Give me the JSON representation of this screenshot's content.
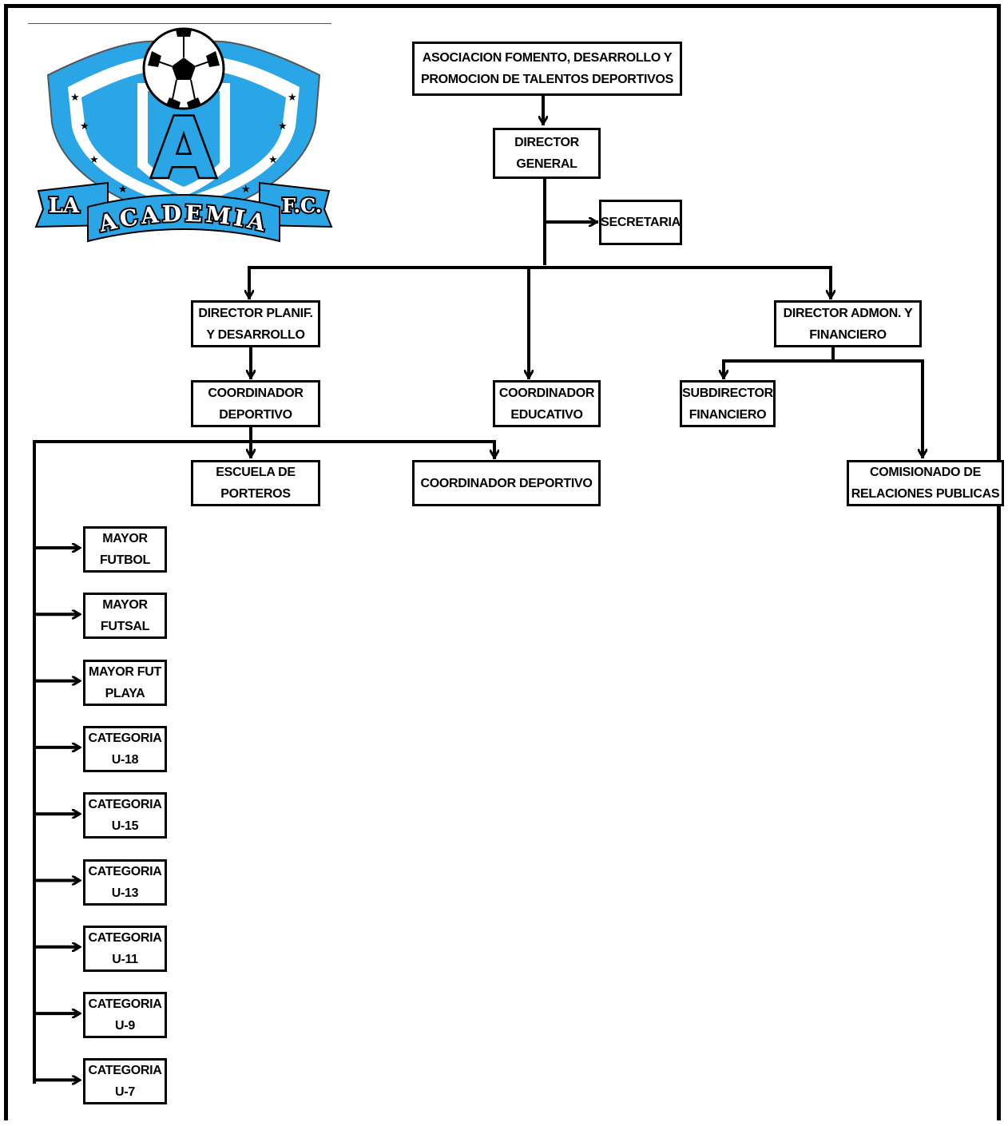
{
  "logo": {
    "lettering_left": "LA",
    "lettering_right": "F.C.",
    "banner_text": "ACADEMIA",
    "crest_letter": "A",
    "colors": {
      "blue": "#2aa6e6",
      "dark": "#000000",
      "light": "#ffffff"
    }
  },
  "nodes": {
    "asociacion": "ASOCIACION FOMENTO, DESARROLLO Y\nPROMOCION DE TALENTOS DEPORTIVOS",
    "director_general": "DIRECTOR\nGENERAL",
    "secretaria": "SECRETARIA",
    "director_planif": "DIRECTOR PLANIF.\nY DESARROLLO",
    "director_admon": "DIRECTOR ADMON. Y\nFINANCIERO",
    "coord_deportivo": "COORDINADOR\nDEPORTIVO",
    "coord_educativo": "COORDINADOR\nEDUCATIVO",
    "subdirector_fin": "SUBDIRECTOR\nFINANCIERO",
    "escuela_porteros": "ESCUELA DE\nPORTEROS",
    "coord_deportivo_2": "COORDINADOR DEPORTIVO",
    "comisionado": "COMISIONADO DE\nRELACIONES PUBLICAS"
  },
  "categories": [
    "MAYOR\nFUTBOL",
    "MAYOR\nFUTSAL",
    "MAYOR FUT\nPLAYA",
    "CATEGORIA\nU-18",
    "CATEGORIA\nU-15",
    "CATEGORIA\nU-13",
    "CATEGORIA\nU-11",
    "CATEGORIA\nU-9",
    "CATEGORIA\nU-7"
  ]
}
